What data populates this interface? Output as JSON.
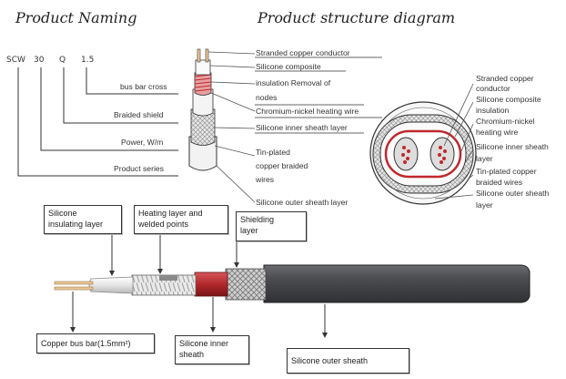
{
  "titles": {
    "naming": "Product Naming",
    "structure": "Product structure diagram"
  },
  "naming": {
    "code_series": "SCW",
    "code_power": "30",
    "code_shield": "Q",
    "code_cross": "1.5",
    "label_cross": "bus bar cross",
    "label_shield": "Braided shield",
    "label_power": "Power, W/m",
    "label_series": "Product series"
  },
  "structure_labels": {
    "conductor": "Stranded copper conductor",
    "composite": "Silicone composite",
    "insulation_removal_1": "insulation Removal of",
    "insulation_removal_2": "nodes",
    "heating_wire": "Chromium-nickel heating wire",
    "inner_sheath": "Silicone inner sheath layer",
    "tin_plated_1": "Tin-plated",
    "tin_plated_2": "copper braided",
    "tin_plated_3": "wires",
    "outer_sheath": "Silicone outer sheath layer"
  },
  "cross_section_labels": {
    "conductor_1": "Stranded copper",
    "conductor_2": "conductor",
    "composite_1": "Silicone composite",
    "composite_2": "insulation",
    "heating_1": "Chromium-nickel",
    "heating_2": "heating wire",
    "inner_1": "Silicone inner sheath",
    "inner_2": "layer",
    "tin_1": "Tin-plated copper",
    "tin_2": "braided wires",
    "outer_1": "Silicone outer sheath",
    "outer_2": "layer"
  },
  "callouts": {
    "silicone_insulating_1": "Silicone",
    "silicone_insulating_2": "insulating layer",
    "heating_welded_1": "Heating layer and",
    "heating_welded_2": "welded points",
    "shielding_1": "Shielding",
    "shielding_2": "layer",
    "copper_bus_bar": "Copper bus bar(1.5mm²)",
    "inner_sheath_1": "Silicone inner",
    "inner_sheath_2": "sheath",
    "outer_sheath": "Silicone outer sheath"
  },
  "colors": {
    "outer_sheath": "#4a4c4f",
    "inner_red": "#b0282c",
    "braid": "#b8b8b8",
    "insulation": "#e8e8e8"
  }
}
